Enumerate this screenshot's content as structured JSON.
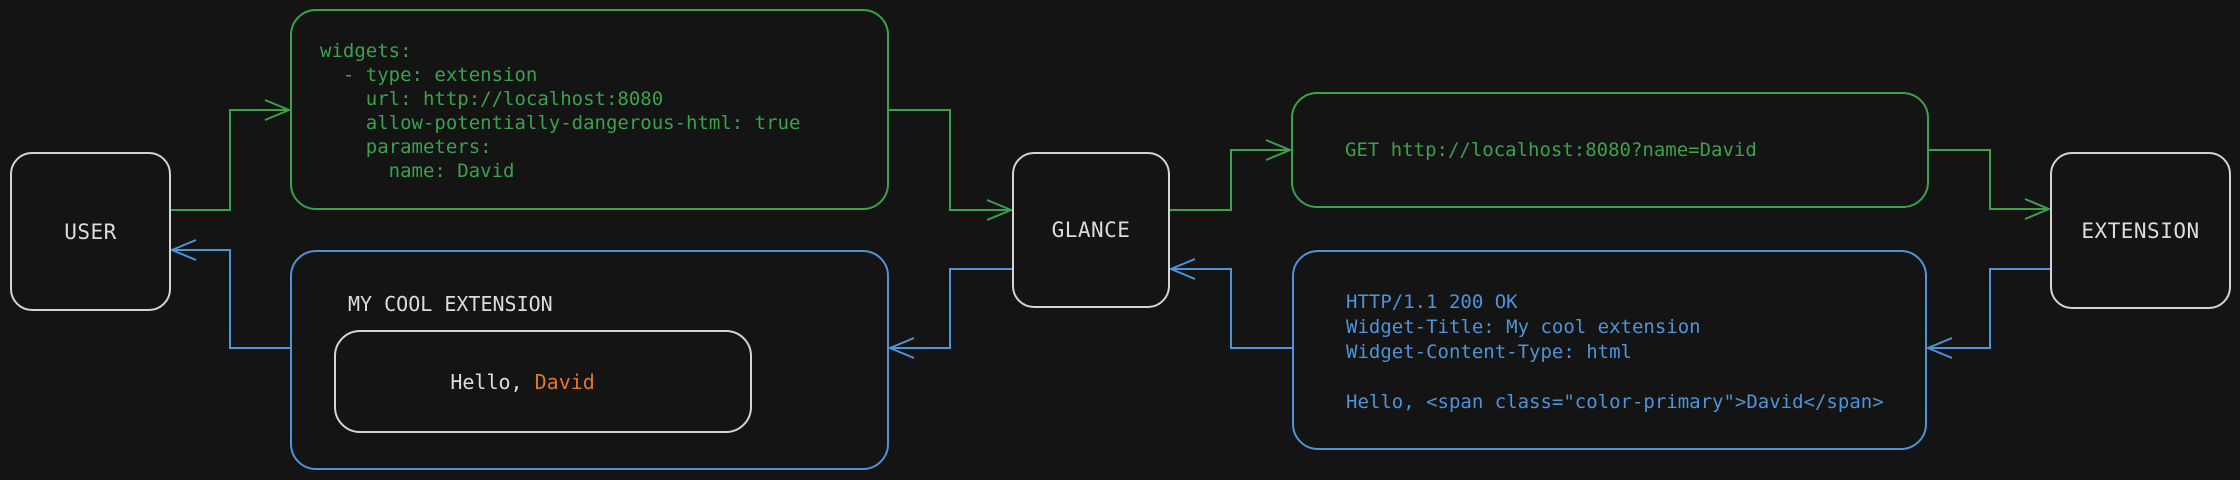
{
  "colors": {
    "background": "#141414",
    "neutral": "#d4d4d4",
    "label": "#dcdcdc",
    "green": "#3aa24b",
    "blue": "#4d94d9",
    "orange": "#e0762f"
  },
  "nodes": {
    "user": {
      "label": "USER"
    },
    "glance": {
      "label": "GLANCE"
    },
    "extension": {
      "label": "EXTENSION"
    }
  },
  "boxes": {
    "config": {
      "lines": [
        "widgets:",
        "  - type: extension",
        "    url: http://localhost:8080",
        "    allow-potentially-dangerous-html: true",
        "    parameters:",
        "      name: David"
      ]
    },
    "request": {
      "text": "GET http://localhost:8080?name=David"
    },
    "response": {
      "lines": [
        "HTTP/1.1 200 OK",
        "Widget-Title: My cool extension",
        "Widget-Content-Type: html",
        "",
        "Hello, <span class=\"color-primary\">David</span>"
      ]
    },
    "widget_preview": {
      "title": "MY COOL EXTENSION",
      "greeting": {
        "prefix": "Hello, ",
        "name": "David"
      }
    }
  }
}
